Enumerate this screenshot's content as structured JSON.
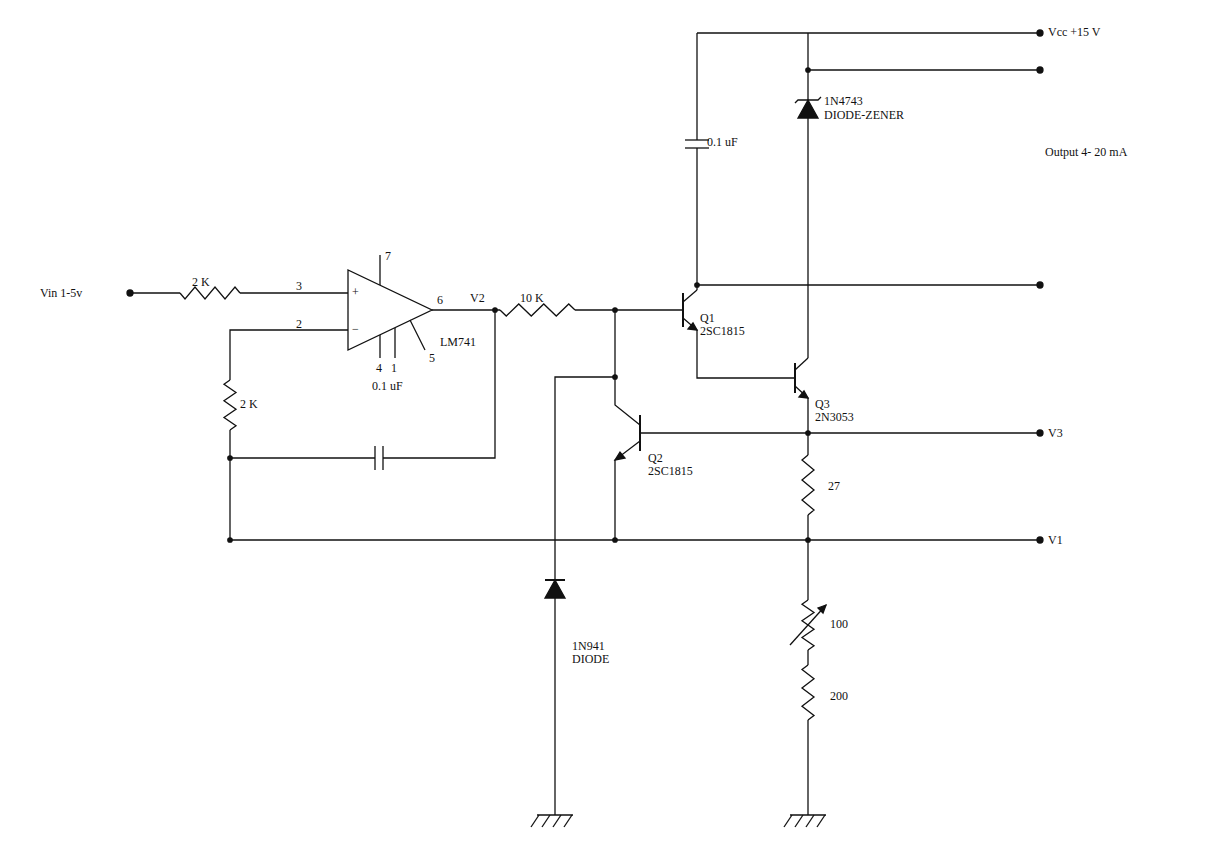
{
  "diagram": {
    "labels": [
      "Vcc +15 V",
      "Output 4- 20 mA",
      "1N4743",
      "DIODE-ZENER",
      "0.1 uF",
      "Vin 1-5v",
      "2 K",
      "3",
      "+",
      "2",
      "−",
      "7",
      "6",
      "V2",
      "10 K",
      "Q1",
      "2SC1815",
      "Q3",
      "2N3053",
      "LM741",
      "4",
      "1",
      "5",
      "0.1 uF",
      "2 K",
      "Q2",
      "2SC1815",
      "V3",
      "27",
      "V1",
      "1N941",
      "DIODE",
      "100",
      "200"
    ]
  }
}
